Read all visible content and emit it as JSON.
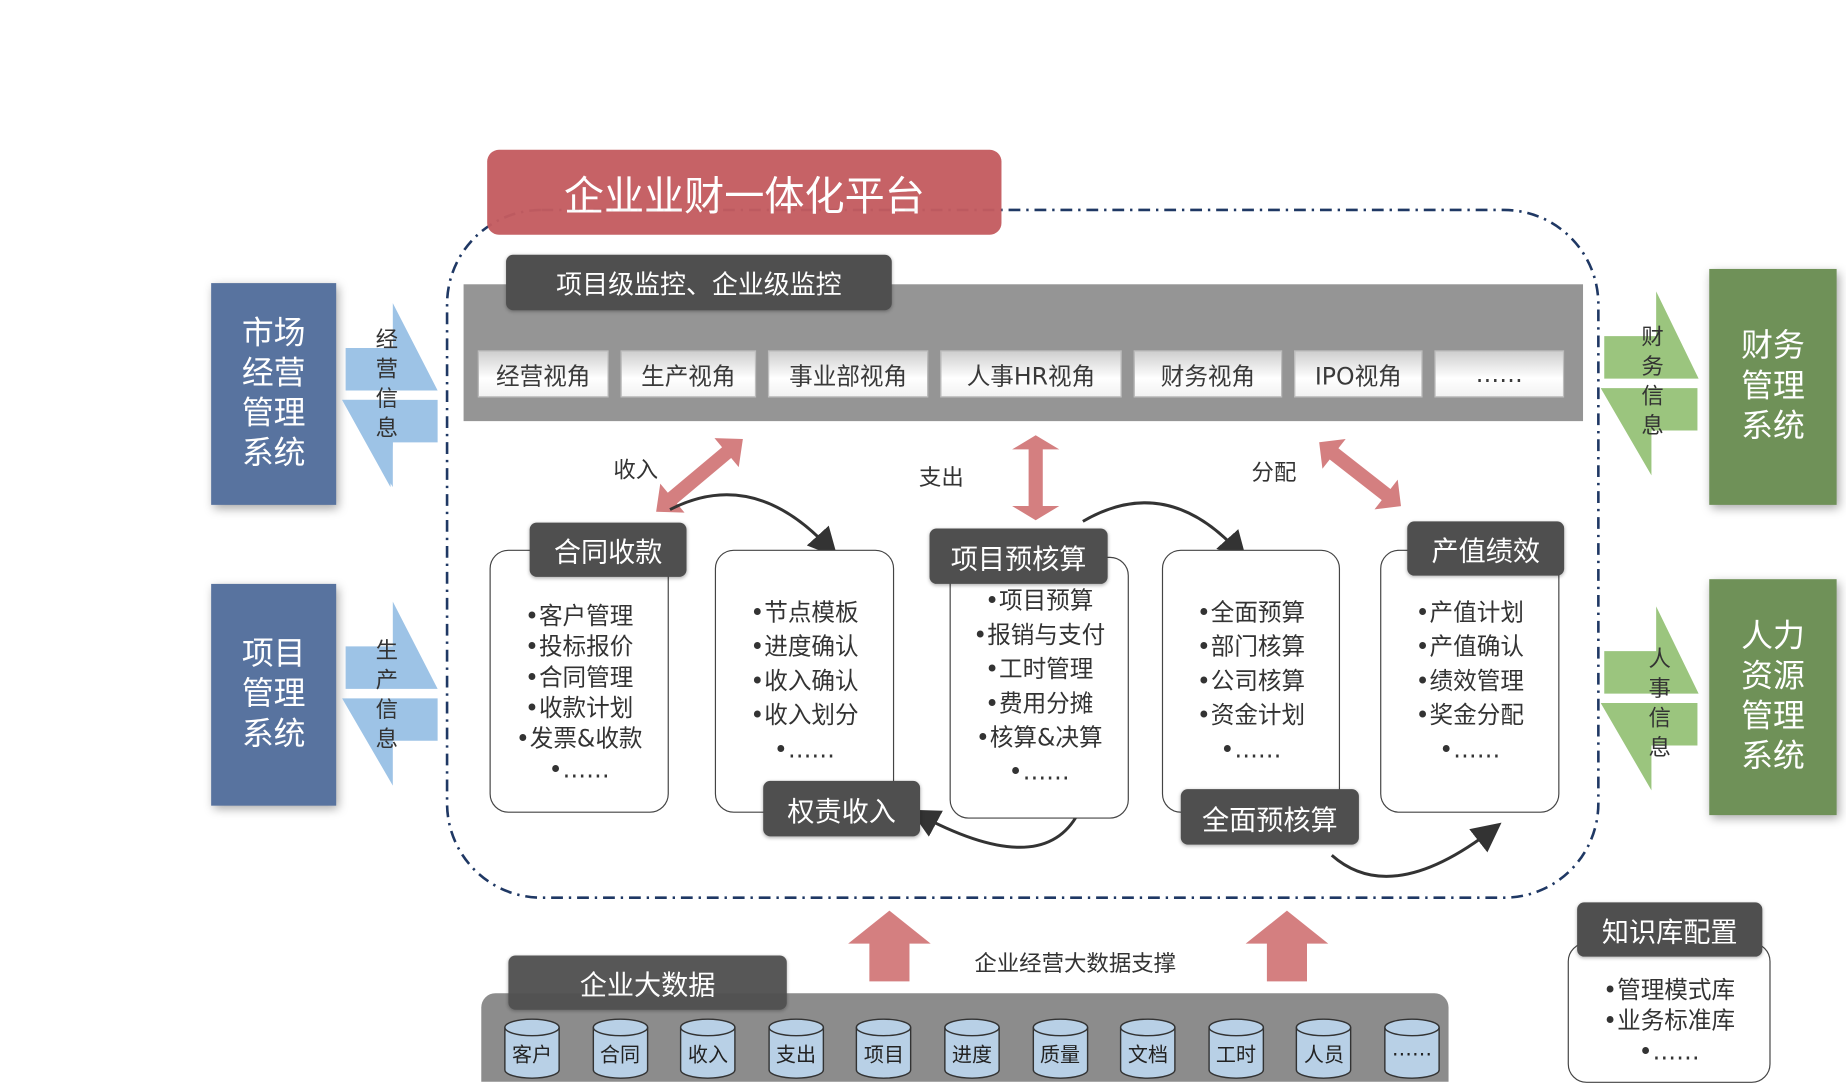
{
  "platform": {
    "title": "企业业财一体化平台",
    "monitor_header": "项目级监控、企业级监控",
    "view_tabs": [
      "经营视角",
      "生产视角",
      "事业部视角",
      "人事HR视角",
      "财务视角",
      "IPO视角",
      "……"
    ]
  },
  "left_systems": [
    {
      "name": "市场\n经营\n管理\n系统",
      "lines": [
        "市场",
        "经营",
        "管理",
        "系统"
      ],
      "flow": [
        "经",
        "营",
        "信",
        "息"
      ]
    },
    {
      "name": "项目\n管理\n系统",
      "lines": [
        "项目",
        "管理",
        "系统"
      ],
      "flow": [
        "生",
        "产",
        "信",
        "息"
      ]
    }
  ],
  "right_systems": [
    {
      "lines": [
        "财务",
        "管理",
        "系统"
      ],
      "flow": [
        "财",
        "务",
        "信",
        "息"
      ]
    },
    {
      "lines": [
        "人力",
        "资源",
        "管理",
        "系统"
      ],
      "flow": [
        "人",
        "事",
        "信",
        "息"
      ]
    }
  ],
  "flow_labels": {
    "income": "收入",
    "expense": "支出",
    "distribution": "分配"
  },
  "modules": [
    {
      "tag": "合同收款",
      "items": [
        "•客户管理",
        "•投标报价",
        "•合同管理",
        "•收款计划",
        "•发票&收款",
        "•……"
      ]
    },
    {
      "tag": "权责收入",
      "items": [
        "•节点模板",
        "•进度确认",
        "•收入确认",
        "•收入划分",
        "•……"
      ]
    },
    {
      "tag": "项目预核算",
      "items": [
        "•项目预算",
        "•报销与支付",
        "•工时管理",
        "•费用分摊",
        "•核算&决算",
        "•……"
      ]
    },
    {
      "tag": "全面预核算",
      "items": [
        "•全面预算",
        "•部门核算",
        "•公司核算",
        "•资金计划",
        "•……"
      ]
    },
    {
      "tag": "产值绩效",
      "items": [
        "•产值计划",
        "•产值确认",
        "•绩效管理",
        "•奖金分配",
        "•……"
      ]
    }
  ],
  "big_data": {
    "title": "企业大数据",
    "support_label": "企业经营大数据支撑",
    "stores": [
      "客户",
      "合同",
      "收入",
      "支出",
      "项目",
      "进度",
      "质量",
      "文档",
      "工时",
      "人员",
      "……"
    ]
  },
  "knowledge_base": {
    "title": "知识库配置",
    "items": [
      "•管理模式库",
      "•业务标准库",
      "•……"
    ]
  },
  "colors": {
    "title_red": "#c45c60",
    "arrow_pink": "#d47f80",
    "dark_tag": "#4f4f4f",
    "system_blue": "#58739f",
    "system_green": "#6f9158",
    "flow_blue": "#9dc3e6",
    "flow_green": "#9bc57e",
    "platform_gray": "#959595",
    "border_navy": "#1f3864",
    "cylinder": "#b8d0e6"
  }
}
